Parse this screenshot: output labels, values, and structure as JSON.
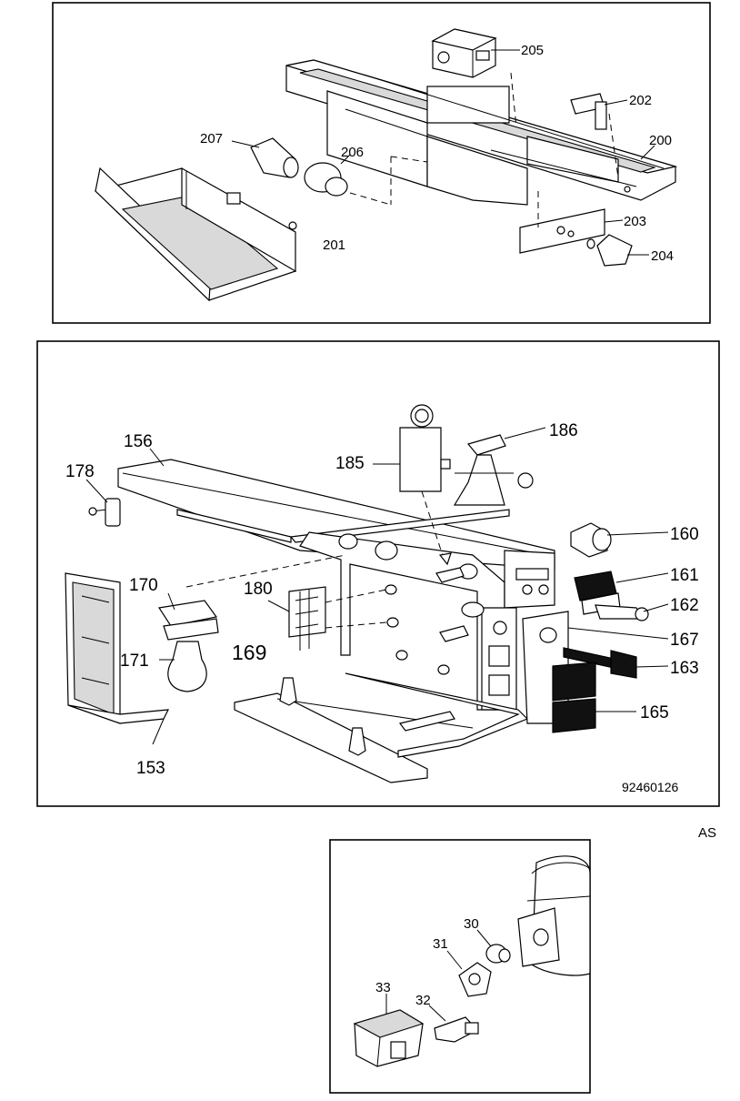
{
  "top_panel": {
    "labels": [
      "205",
      "202",
      "200",
      "207",
      "206",
      "201",
      "203",
      "204"
    ]
  },
  "middle_panel": {
    "labels": [
      "156",
      "178",
      "185",
      "186",
      "160",
      "161",
      "162",
      "167",
      "163",
      "165",
      "170",
      "180",
      "169",
      "171",
      "153"
    ],
    "drawing_code": "92460126"
  },
  "corner_mark": "AS",
  "bottom_panel": {
    "labels": [
      "30",
      "31",
      "33",
      "32"
    ]
  }
}
